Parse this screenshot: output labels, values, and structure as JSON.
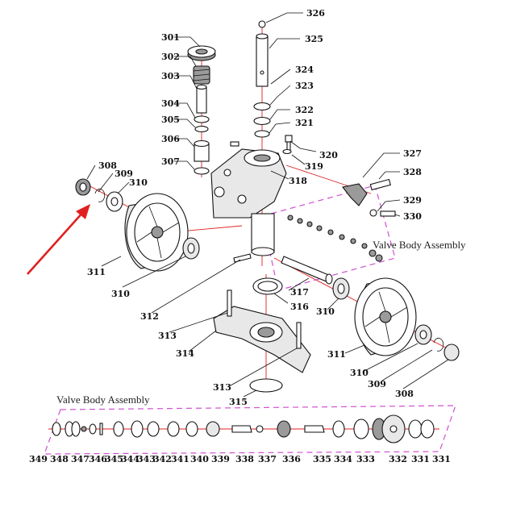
{
  "titles": {
    "valve_right": "Valve Body Assembly",
    "valve_bottom": "Valve Body Assembly"
  },
  "parts": [
    "301",
    "302",
    "303",
    "304",
    "305",
    "306",
    "307",
    "308",
    "309",
    "310",
    "311",
    "310",
    "312",
    "313",
    "314",
    "313",
    "315",
    "316",
    "317",
    "310",
    "311",
    "310",
    "309",
    "308",
    "318",
    "319",
    "320",
    "321",
    "322",
    "323",
    "324",
    "325",
    "326",
    "327",
    "328",
    "329",
    "330",
    "349",
    "348",
    "347",
    "346",
    "345",
    "344",
    "343",
    "342",
    "341",
    "340",
    "339",
    "338",
    "337",
    "336",
    "335",
    "334",
    "333",
    "332",
    "331",
    "331"
  ],
  "colors": {
    "arrow": "#e02020",
    "centerline": "#e02020",
    "valve_box": "#d050d0"
  }
}
